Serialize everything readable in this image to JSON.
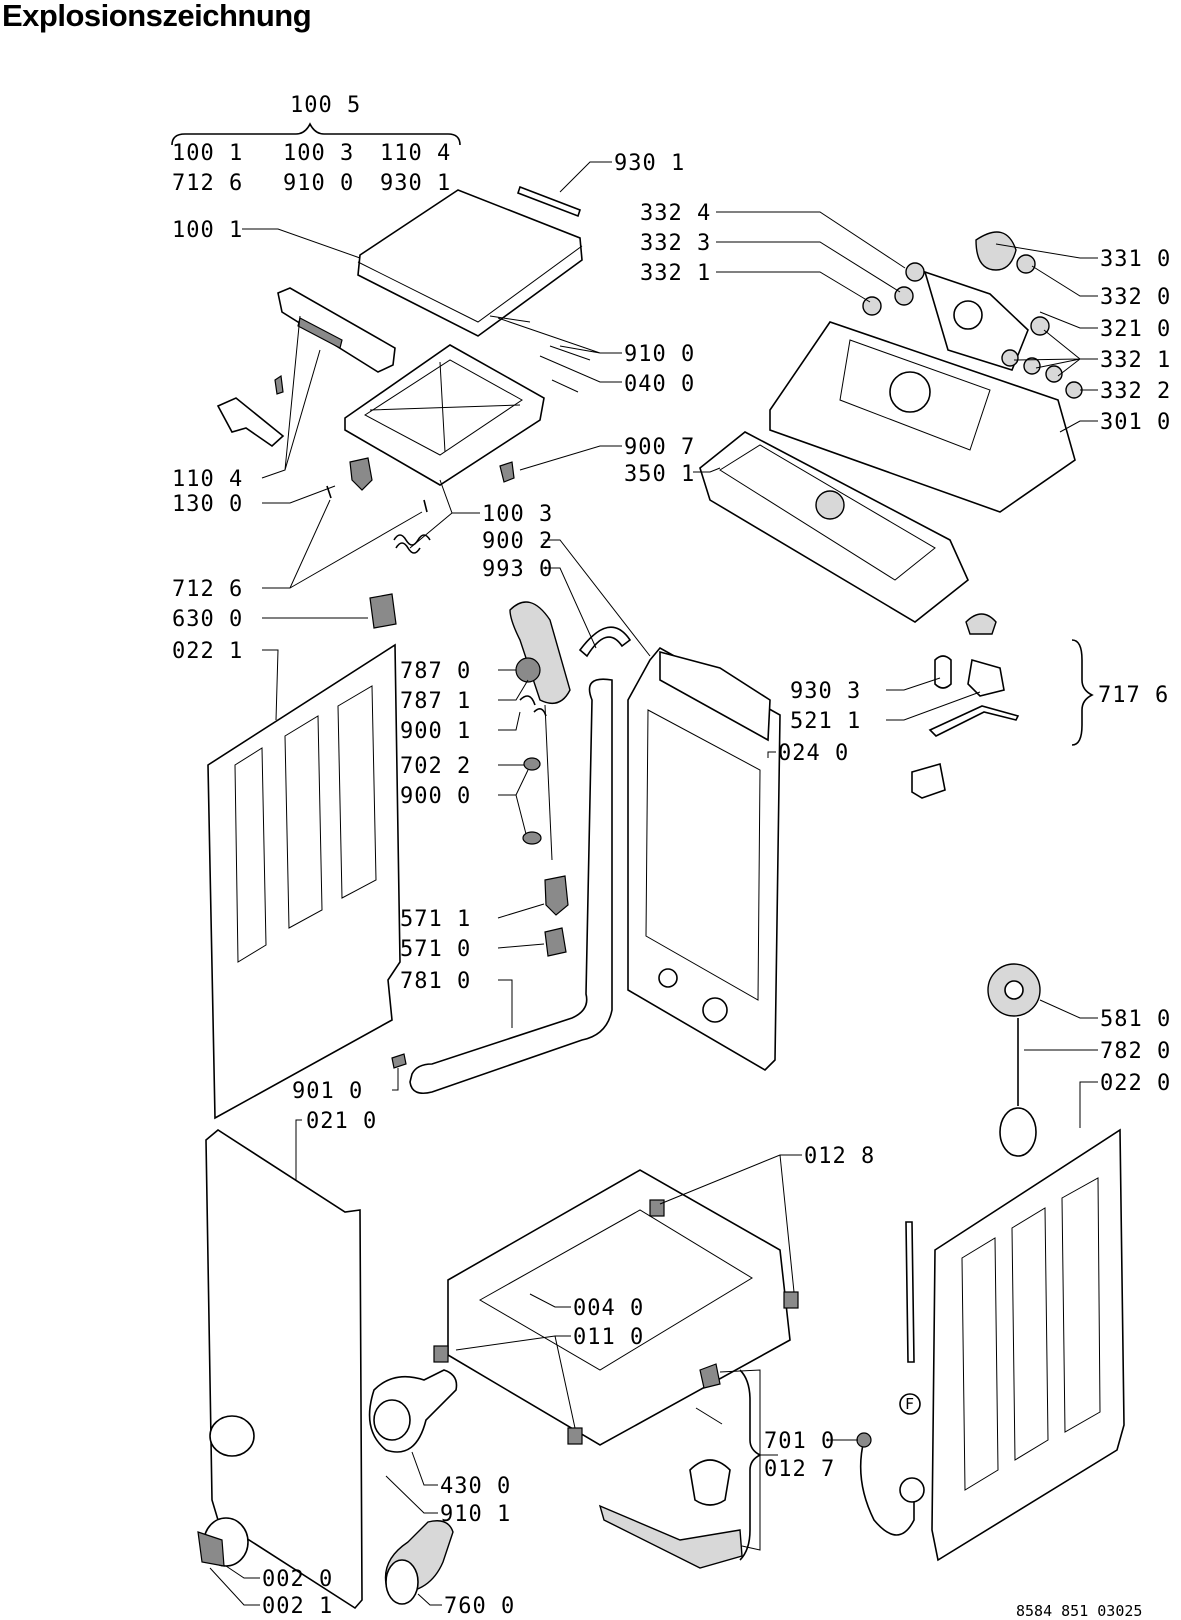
{
  "title": "Explosionszeichnung",
  "group": {
    "header": "100 5",
    "row1": [
      "100 1",
      "100 3",
      "110 4"
    ],
    "row2": [
      "712 6",
      "910 0",
      "930 1"
    ]
  },
  "right_group_label": "717 6",
  "callouts": [
    "930 1",
    "100 1",
    "910 0",
    "040 0",
    "110 4",
    "130 0",
    "100 3",
    "900 2",
    "993 0",
    "900 7",
    "350 1",
    "712 6",
    "630 0",
    "022 1",
    "332 4",
    "332 3",
    "332 1",
    "331 0",
    "332 0",
    "321 0",
    "332 1",
    "332 2",
    "301 0",
    "787 0",
    "787 1",
    "900 1",
    "702 2",
    "900 0",
    "571 1",
    "571 0",
    "781 0",
    "901 0",
    "021 0",
    "930 3",
    "521 1",
    "024 0",
    "581 0",
    "782 0",
    "022 0",
    "012 8",
    "004 0",
    "011 0",
    "701 0",
    "012 7",
    "430 0",
    "910 1",
    "002 0",
    "002 1",
    "760 0"
  ],
  "footer_code": "8584 851 03025"
}
